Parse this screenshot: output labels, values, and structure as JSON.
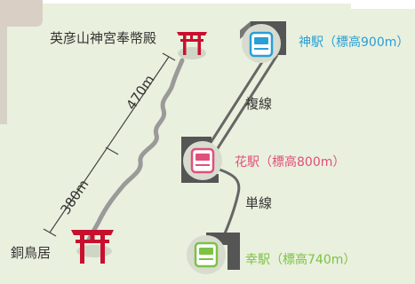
{
  "shrine": {
    "name": "英彦山神宮奉幣殿"
  },
  "torii": {
    "name": "銅鳥居"
  },
  "distances": {
    "upper": "470m",
    "lower": "380m"
  },
  "track": {
    "upper": "複線",
    "lower": "単線"
  },
  "stations": [
    {
      "name": "神駅（標高900m）",
      "color": "#2a9fd6"
    },
    {
      "name": "花駅（標高800m）",
      "color": "#e0507a"
    },
    {
      "name": "幸駅（標高740m）",
      "color": "#7cc243"
    }
  ],
  "colors": {
    "panel": "#e9f0dd",
    "trail": "#9a9a9a",
    "rail": "#666666",
    "torii": "#c8102e"
  }
}
